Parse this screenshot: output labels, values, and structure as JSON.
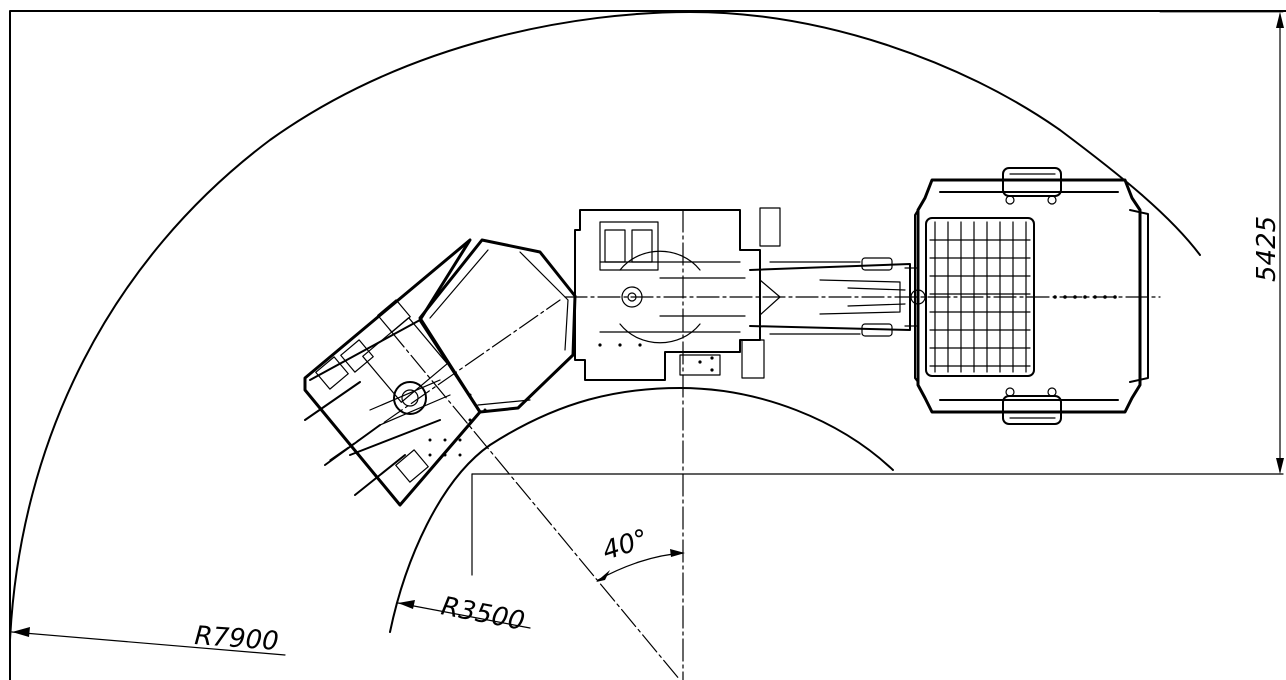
{
  "drawing": {
    "dimensions": {
      "overall_width": "5425",
      "outer_radius": "R7900",
      "inner_radius": "R3500",
      "swing_angle": "40°"
    }
  }
}
